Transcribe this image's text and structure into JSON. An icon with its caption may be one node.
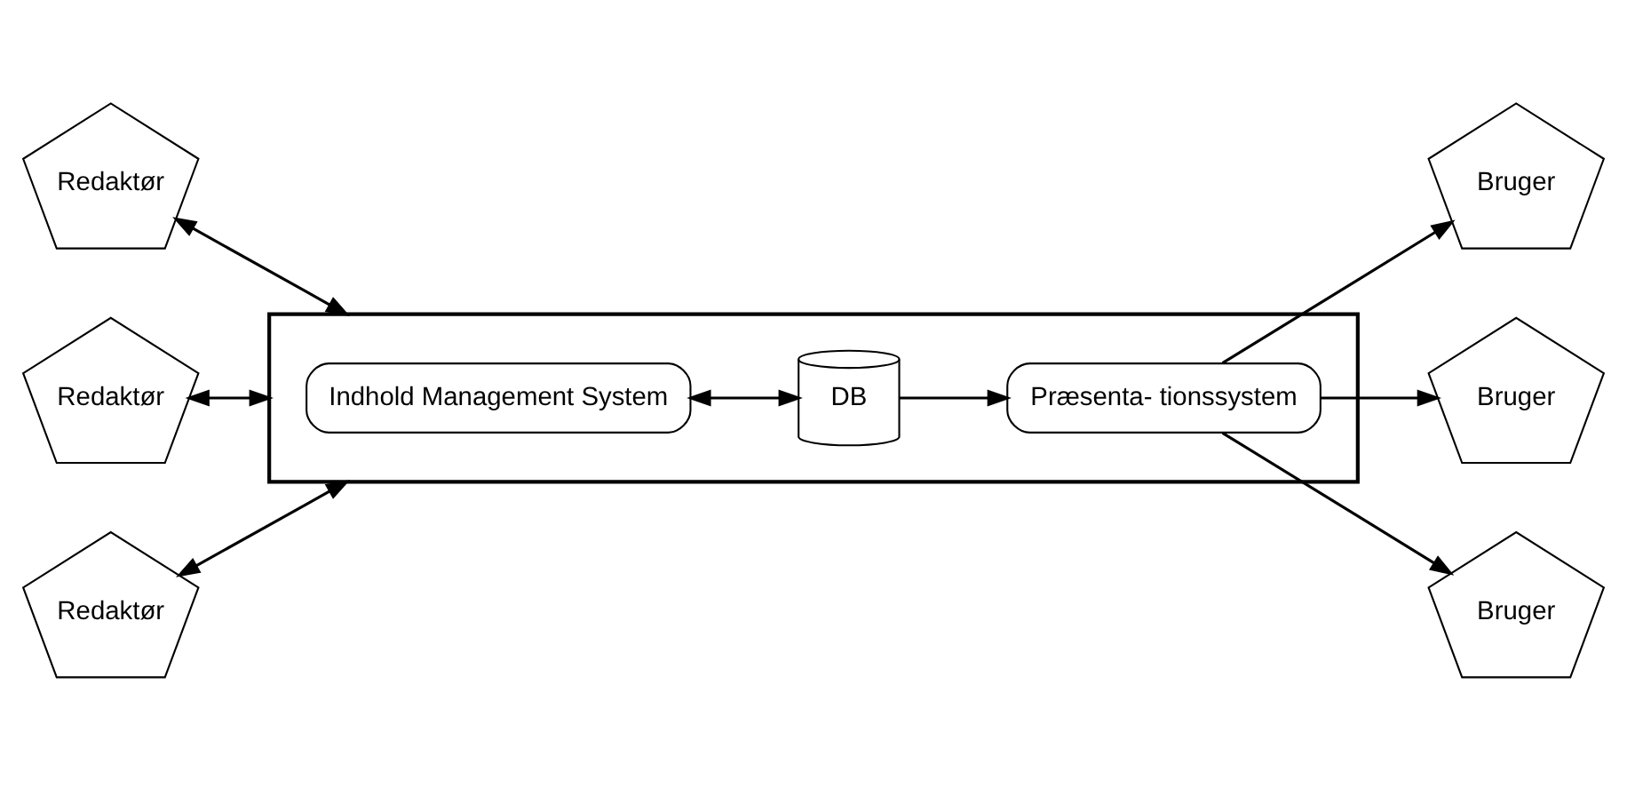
{
  "diagram": {
    "nodes": [
      {
        "text": [
          "Redaktør"
        ]
      },
      {
        "text": [
          "Redaktør"
        ]
      },
      {
        "text": [
          "Redaktør"
        ]
      },
      {
        "text": [],
        "shape": "box"
      },
      {
        "text": [
          "Indhold Management System"
        ],
        "in": 3
      },
      {
        "text": [
          "Præsenta- tionssystem"
        ],
        "in": 3
      },
      {
        "text": [
          "DB"
        ],
        "in": 3
      },
      {
        "text": [
          "Bruger"
        ]
      },
      {
        "text": [
          "Bruger"
        ]
      },
      {
        "text": [
          "Bruger"
        ]
      }
    ],
    "edges": [
      {
        "from": 0,
        "to": 3,
        "arrow": "both"
      },
      {
        "from": 1,
        "to": 3,
        "arrow": "both"
      },
      {
        "from": 2,
        "to": 3,
        "arrow": "both"
      },
      {
        "from": 4,
        "to": 6,
        "arrow": "both"
      },
      {
        "from": 6,
        "to": 5,
        "arrow": "to"
      },
      {
        "from": 5,
        "to": 7,
        "arrow": "to"
      },
      {
        "from": 5,
        "to": 8,
        "arrow": "to"
      },
      {
        "from": 5,
        "to": 9,
        "arrow": "to"
      }
    ]
  }
}
